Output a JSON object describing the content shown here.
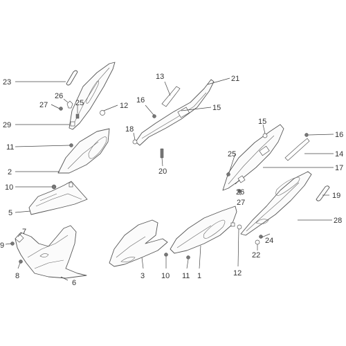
{
  "labels": {
    "l1": "1",
    "l2": "2",
    "l3": "3",
    "l5": "5",
    "l6": "6",
    "l7": "7",
    "l8": "8",
    "l9": "9",
    "l10a": "10",
    "l10b": "10",
    "l11a": "11",
    "l11b": "11",
    "l12a": "12",
    "l12b": "12",
    "l13": "13",
    "l14": "14",
    "l15a": "15",
    "l15b": "15",
    "l16a": "16",
    "l16b": "16",
    "l17": "17",
    "l18": "18",
    "l19": "19",
    "l20": "20",
    "l21": "21",
    "l22": "22",
    "l23": "23",
    "l24": "24",
    "l25a": "25",
    "l25b": "25",
    "l26a": "26",
    "l26b": "26",
    "l27a": "27",
    "l27b": "27",
    "l28": "28",
    "l29": "29"
  }
}
